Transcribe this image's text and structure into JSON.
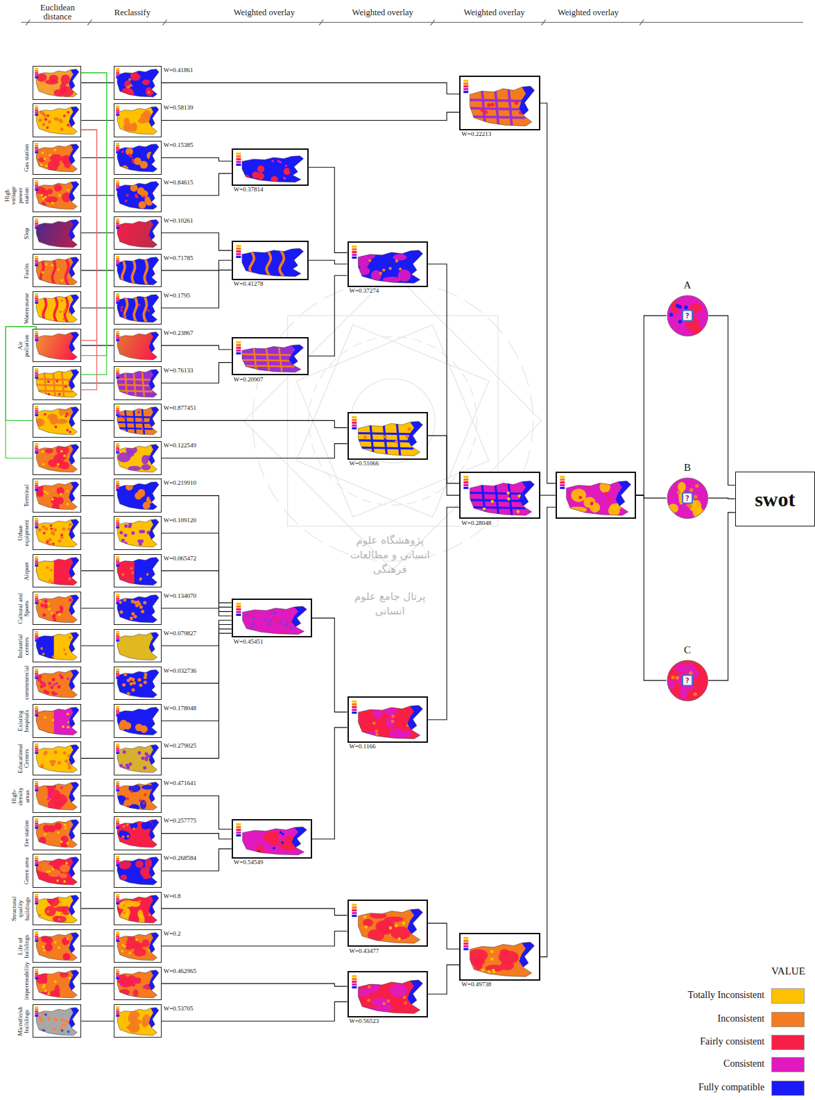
{
  "diagram": {
    "nodes": [
      {
        "text": []
      },
      {
        "text": []
      },
      {
        "text": [
          "Gas station"
        ]
      },
      {
        "text": [
          "High voltage power station"
        ]
      },
      {
        "text": [
          "Slop"
        ]
      },
      {
        "text": [
          "Faults"
        ]
      },
      {
        "text": [
          "Watercourse"
        ]
      },
      {
        "text": [
          "Air pollution"
        ]
      },
      {
        "text": []
      },
      {
        "text": []
      },
      {
        "text": []
      },
      {
        "text": [
          "Terminal"
        ]
      },
      {
        "text": [
          "Urban equipment"
        ]
      },
      {
        "text": [
          "Airport"
        ]
      },
      {
        "text": [
          "Cultural and Sports"
        ]
      },
      {
        "text": [
          "Industrial centers"
        ]
      },
      {
        "text": [
          "commmercial"
        ]
      },
      {
        "text": [
          "Existing hospitals"
        ]
      },
      {
        "text": [
          "Educational Centers"
        ]
      },
      {
        "text": [
          "High-density areas"
        ]
      },
      {
        "text": [
          "fire station"
        ]
      },
      {
        "text": [
          "Green area"
        ]
      },
      {
        "text": [
          "Structural quality buildings"
        ]
      },
      {
        "text": [
          "Life of buildings"
        ]
      },
      {
        "text": [
          "impermeability"
        ]
      },
      {
        "text": [
          "Microfinish buildings"
        ]
      },
      {
        "text": [
          "W=0.41861"
        ]
      },
      {
        "text": [
          "W=0.58139"
        ]
      },
      {
        "text": [
          "W=0.15385"
        ]
      },
      {
        "text": [
          "W=0.84615"
        ]
      },
      {
        "text": [
          "W=0.10261"
        ]
      },
      {
        "text": [
          "W=0.71785"
        ]
      },
      {
        "text": [
          "W=0.1795"
        ]
      },
      {
        "text": [
          "W=0.23867"
        ]
      },
      {
        "text": [
          "W=0.76133"
        ]
      },
      {
        "text": [
          "W=0.877451"
        ]
      },
      {
        "text": [
          "W=0.122549"
        ]
      },
      {
        "text": [
          "W=0.219910"
        ]
      },
      {
        "text": [
          "W=0.109120"
        ]
      },
      {
        "text": [
          "W=0.065472"
        ]
      },
      {
        "text": [
          "W=0.134070"
        ]
      },
      {
        "text": [
          "W=0.079827"
        ]
      },
      {
        "text": [
          "W=0.032736"
        ]
      },
      {
        "text": [
          "W=0.178048"
        ]
      },
      {
        "text": [
          "W=0.279025"
        ]
      },
      {
        "text": [
          "W=0.471641"
        ]
      },
      {
        "text": [
          "W=0.257775"
        ]
      },
      {
        "text": [
          "W=0.268584"
        ]
      },
      {
        "text": [
          "W=0.8"
        ]
      },
      {
        "text": [
          "W=0.2"
        ]
      },
      {
        "text": [
          "W=0.462965"
        ]
      },
      {
        "text": [
          "W=0.53705"
        ]
      },
      {
        "text": [
          "W=0.37814"
        ]
      },
      {
        "text": [
          "W=0.41278"
        ]
      },
      {
        "text": [
          "W=0.20907"
        ]
      },
      {
        "text": [
          "W=0.45451"
        ]
      },
      {
        "text": [
          "W=0.54549"
        ]
      },
      {
        "text": [
          "W=0.37274"
        ]
      },
      {
        "text": [
          "W=0.51066"
        ]
      },
      {
        "text": [
          "W=0.1166"
        ]
      },
      {
        "text": [
          "W=0.43477"
        ]
      },
      {
        "text": [
          "W=0.56523"
        ]
      },
      {
        "text": [
          "W=0.22213"
        ]
      },
      {
        "text": [
          "W=0.28048"
        ]
      },
      {
        "text": [
          "W=0.49738"
        ]
      },
      {
        "text": []
      },
      {
        "text": [
          "A",
          "?"
        ]
      },
      {
        "text": [
          "B",
          "?"
        ]
      },
      {
        "text": [
          "C",
          "?"
        ]
      },
      {
        "text": [
          "swot"
        ]
      }
    ],
    "edges": [
      {
        "from": 0,
        "to": 26,
        "arrow": "none"
      },
      {
        "from": 1,
        "to": 27,
        "arrow": "none"
      },
      {
        "from": 2,
        "to": 28,
        "arrow": "none"
      },
      {
        "from": 3,
        "to": 29,
        "arrow": "none"
      },
      {
        "from": 4,
        "to": 30,
        "arrow": "none"
      },
      {
        "from": 5,
        "to": 31,
        "arrow": "none"
      },
      {
        "from": 6,
        "to": 32,
        "arrow": "none"
      },
      {
        "from": 7,
        "to": 33,
        "arrow": "none"
      },
      {
        "from": 8,
        "to": 34,
        "arrow": "none"
      },
      {
        "from": 9,
        "to": 35,
        "arrow": "none"
      },
      {
        "from": 10,
        "to": 36,
        "arrow": "none"
      },
      {
        "from": 11,
        "to": 37,
        "arrow": "none"
      },
      {
        "from": 12,
        "to": 38,
        "arrow": "none"
      },
      {
        "from": 13,
        "to": 39,
        "arrow": "none"
      },
      {
        "from": 14,
        "to": 40,
        "arrow": "none"
      },
      {
        "from": 15,
        "to": 41,
        "arrow": "none"
      },
      {
        "from": 16,
        "to": 42,
        "arrow": "none"
      },
      {
        "from": 17,
        "to": 43,
        "arrow": "none"
      },
      {
        "from": 18,
        "to": 44,
        "arrow": "none"
      },
      {
        "from": 19,
        "to": 45,
        "arrow": "none"
      },
      {
        "from": 20,
        "to": 46,
        "arrow": "none"
      },
      {
        "from": 21,
        "to": 47,
        "arrow": "none"
      },
      {
        "from": 22,
        "to": 48,
        "arrow": "none"
      },
      {
        "from": 23,
        "to": 49,
        "arrow": "none"
      },
      {
        "from": 24,
        "to": 50,
        "arrow": "none"
      },
      {
        "from": 25,
        "to": 51,
        "arrow": "none"
      },
      {
        "from": 26,
        "to": 62,
        "arrow": "none"
      },
      {
        "from": 27,
        "to": 62,
        "arrow": "none"
      },
      {
        "from": 28,
        "to": 52,
        "arrow": "none"
      },
      {
        "from": 29,
        "to": 52,
        "arrow": "none"
      },
      {
        "from": 30,
        "to": 53,
        "arrow": "none"
      },
      {
        "from": 31,
        "to": 53,
        "arrow": "none"
      },
      {
        "from": 32,
        "to": 53,
        "arrow": "none"
      },
      {
        "from": 33,
        "to": 54,
        "arrow": "none"
      },
      {
        "from": 34,
        "to": 54,
        "arrow": "none"
      },
      {
        "from": 35,
        "to": 58,
        "arrow": "none"
      },
      {
        "from": 36,
        "to": 58,
        "arrow": "none"
      },
      {
        "from": 37,
        "to": 55,
        "arrow": "none"
      },
      {
        "from": 38,
        "to": 55,
        "arrow": "none"
      },
      {
        "from": 39,
        "to": 55,
        "arrow": "none"
      },
      {
        "from": 40,
        "to": 55,
        "arrow": "none"
      },
      {
        "from": 41,
        "to": 55,
        "arrow": "none"
      },
      {
        "from": 42,
        "to": 55,
        "arrow": "none"
      },
      {
        "from": 43,
        "to": 55,
        "arrow": "none"
      },
      {
        "from": 44,
        "to": 55,
        "arrow": "none"
      },
      {
        "from": 45,
        "to": 56,
        "arrow": "none"
      },
      {
        "from": 46,
        "to": 56,
        "arrow": "none"
      },
      {
        "from": 47,
        "to": 56,
        "arrow": "none"
      },
      {
        "from": 48,
        "to": 60,
        "arrow": "none"
      },
      {
        "from": 49,
        "to": 60,
        "arrow": "none"
      },
      {
        "from": 50,
        "to": 61,
        "arrow": "none"
      },
      {
        "from": 51,
        "to": 61,
        "arrow": "none"
      },
      {
        "from": 52,
        "to": 57,
        "arrow": "none"
      },
      {
        "from": 53,
        "to": 57,
        "arrow": "none"
      },
      {
        "from": 54,
        "to": 57,
        "arrow": "none"
      },
      {
        "from": 55,
        "to": 59,
        "arrow": "none"
      },
      {
        "from": 56,
        "to": 59,
        "arrow": "none"
      },
      {
        "from": 57,
        "to": 63,
        "arrow": "none"
      },
      {
        "from": 58,
        "to": 63,
        "arrow": "none"
      },
      {
        "from": 59,
        "to": 63,
        "arrow": "none"
      },
      {
        "from": 60,
        "to": 64,
        "arrow": "none"
      },
      {
        "from": 61,
        "to": 64,
        "arrow": "none"
      },
      {
        "from": 62,
        "to": 65,
        "arrow": "none"
      },
      {
        "from": 63,
        "to": 65,
        "arrow": "none"
      },
      {
        "from": 64,
        "to": 65,
        "arrow": "none"
      },
      {
        "from": 65,
        "to": 66,
        "arrow": "none"
      },
      {
        "from": 65,
        "to": 67,
        "arrow": "none"
      },
      {
        "from": 65,
        "to": 68,
        "arrow": "none"
      },
      {
        "from": 66,
        "to": 69,
        "arrow": "none"
      },
      {
        "from": 67,
        "to": 69,
        "arrow": "none"
      },
      {
        "from": 68,
        "to": 69,
        "arrow": "none"
      },
      {
        "from": 7,
        "to": 9,
        "arrow": "none"
      },
      {
        "from": 7,
        "to": 10,
        "arrow": "none"
      },
      {
        "from": 0,
        "to": 7,
        "arrow": "none"
      },
      {
        "from": 0,
        "to": 8,
        "arrow": "none"
      },
      {
        "from": 1,
        "to": 7,
        "arrow": "none"
      },
      {
        "from": 1,
        "to": 8,
        "arrow": "none"
      }
    ],
    "labels": [
      "Euclidean distance",
      "Reclassify",
      "Weighted overlay",
      "Weighted overlay",
      "Weighted overlay",
      "Weighted overlay",
      "VALUE",
      "پژوهشگاه علوم انسانی و مطالعات فرهنگی",
      "پرتال جامع علوم انسانی"
    ],
    "legend": [
      {
        "text": "Totally Inconsistent",
        "color": "#ffc000"
      },
      {
        "text": "Inconsistent",
        "color": "#f47b20"
      },
      {
        "text": "Fairly consistent",
        "color": "#f81f47"
      },
      {
        "text": "Consistent",
        "color": "#e01abf"
      },
      {
        "text": "Fully compatible",
        "color": "#1a1af5"
      }
    ]
  }
}
